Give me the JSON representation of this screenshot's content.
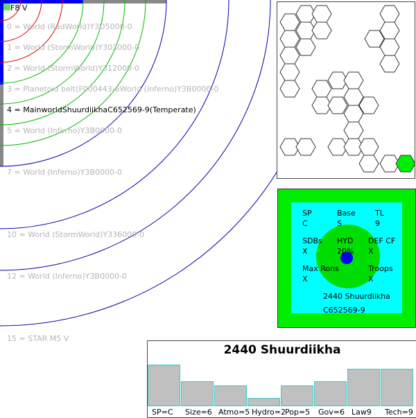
{
  "system": {
    "star": "F8 V",
    "orbits": [
      {
        "label": "0 = World  (RadWorld)Y3D5000-0",
        "mainworld": false
      },
      {
        "label": "1 = World  (StormWorld)Y303000-0",
        "mainworld": false
      },
      {
        "label": "2 = World  (StormWorld)Y312000-0",
        "mainworld": false
      },
      {
        "label": "3 = Planetoid belt(F000443-6World  (Inferno)Y3B0000-0",
        "mainworld": false
      },
      {
        "label": "4 = MainworldShuurdiikhaC652569-9(Temperate)",
        "mainworld": true
      },
      {
        "label": "5 = World  (Inferno)Y3B0000-0",
        "mainworld": false
      },
      {
        "label": "7 = World  (Inferno)Y3B0000-0",
        "mainworld": false
      },
      {
        "label": "10 = World  (StormWorld)Y336000-0",
        "mainworld": false
      },
      {
        "label": "12 = World  (Inferno)Y3B0000-0",
        "mainworld": false
      },
      {
        "label": "15 = STAR M5 V",
        "mainworld": false
      }
    ]
  },
  "world_card": {
    "sp_label": "SP",
    "sp_value": "C",
    "base_label": "Base",
    "base_value": "S",
    "tl_label": "TL",
    "tl_value": "9",
    "sdbs_label": "SDBs",
    "sdbs_value": "X",
    "hyd_label": "HYD",
    "hyd_value": "20%",
    "def_label": "DEF CF",
    "def_value": "X",
    "maxrons_label": "Max Rons",
    "maxrons_value": "X",
    "troops_label": "Troops",
    "troops_value": "X",
    "name_line": "2440 Shuurdiikha",
    "uwp_line": "C652569-9"
  },
  "profile": {
    "title": "2440 Shuurdiikha",
    "bars": [
      {
        "label": "SP=C",
        "value": 10
      },
      {
        "label": "Size=6",
        "value": 6
      },
      {
        "label": "Atmo=5",
        "value": 5
      },
      {
        "label": "Hydro=2",
        "value": 2
      },
      {
        "label": "Pop=5",
        "value": 5
      },
      {
        "label": "Gov=6",
        "value": 6
      },
      {
        "label": "Law9",
        "value": 9
      },
      {
        "label": "Tech=9",
        "value": 9
      }
    ]
  },
  "colors": {
    "inner_orbit": "#dd0000",
    "habitable_orbit": "#00bb00",
    "outer_orbit": "#0000aa",
    "highlight_hex": "#00ee00"
  }
}
